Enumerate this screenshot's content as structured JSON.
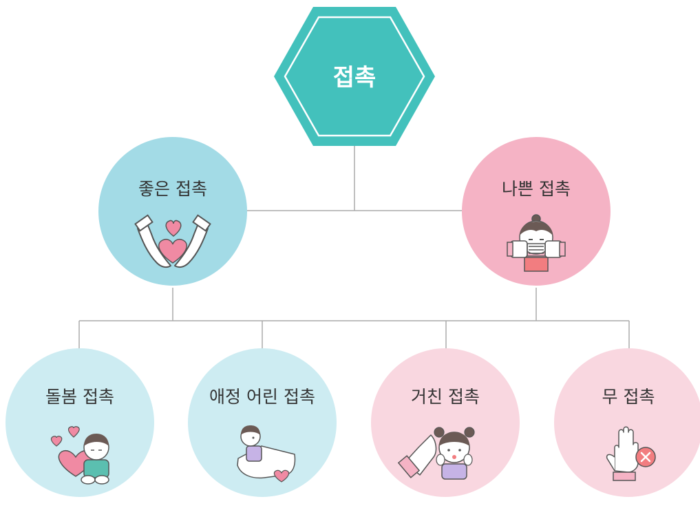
{
  "root": {
    "label": "접촉",
    "color": "#43c1bc"
  },
  "categories": [
    {
      "label": "좋은 접촉",
      "color": "#a3dbe6",
      "icon": "caring-hands-heart-icon",
      "children": [
        {
          "label": "돌봄 접촉",
          "color": "#cdecf2",
          "icon": "child-hugging-heart-icon"
        },
        {
          "label": "애정 어린 접촉",
          "color": "#cdecf2",
          "icon": "hand-cradling-child-icon"
        }
      ]
    },
    {
      "label": "나쁜 접촉",
      "color": "#f5b3c5",
      "icon": "hands-covering-mouth-icon",
      "children": [
        {
          "label": "거친 접촉",
          "color": "#f9d7e0",
          "icon": "hand-grabbing-child-icon"
        },
        {
          "label": "무 접촉",
          "color": "#f9d7e0",
          "icon": "stop-hand-x-icon"
        }
      ]
    }
  ],
  "line_color": "#aaaaaa",
  "heart_color": "#f08aa3"
}
